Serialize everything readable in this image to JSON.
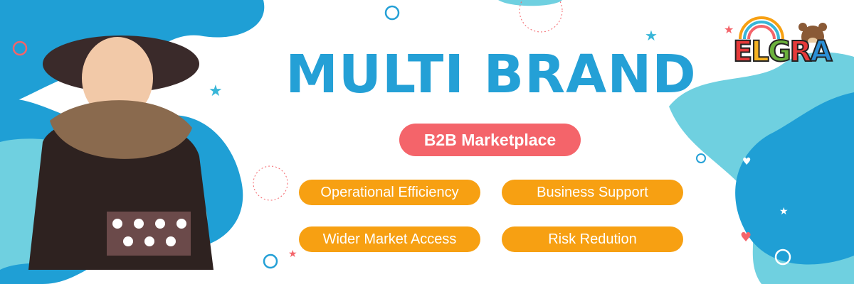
{
  "banner": {
    "title": "MULTI BRAND",
    "subtitle": "B2B Marketplace",
    "features": [
      "Operational Efficiency",
      "Business Support",
      "Wider Market Access",
      "Risk Redution"
    ],
    "logo": {
      "text": "ELGRA",
      "letter_colors": [
        "#e63a3a",
        "#f5b323",
        "#6bb13c",
        "#e63a3a",
        "#2b8fd6"
      ]
    },
    "colors": {
      "title": "#24a0d6",
      "subtitle_pill": "#f4646a",
      "feature_pill": "#f7a012",
      "blob_dark": "#1f9fd5",
      "blob_light": "#6fd0e0"
    }
  }
}
